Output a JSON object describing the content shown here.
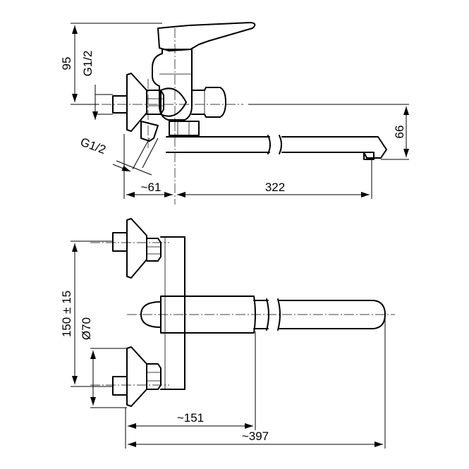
{
  "dimensions": {
    "height_95": "95",
    "thread_top": "G1/2",
    "height_66": "66",
    "thread_side": "G1/2",
    "offset_61": "~61",
    "spout_322": "322",
    "spacing_150": "150 ± 15",
    "rosette_70": "Ø70",
    "depth_151": "~151",
    "depth_397": "~397"
  }
}
